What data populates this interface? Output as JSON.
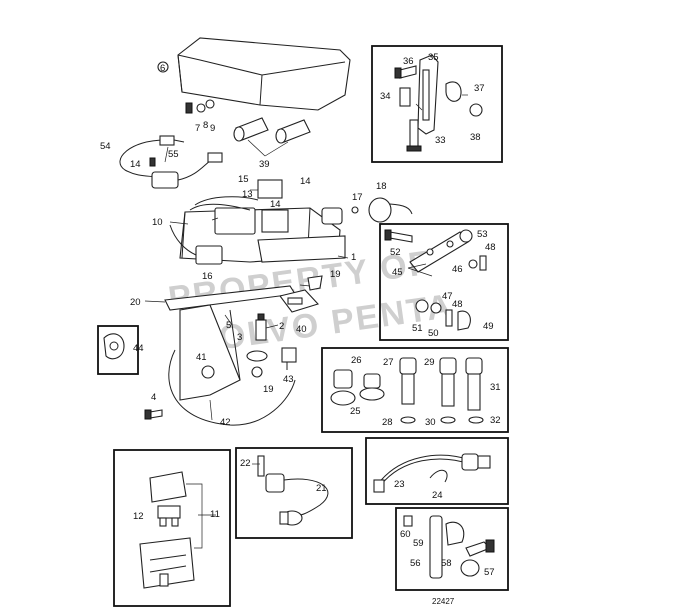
{
  "watermark": {
    "line1": "PROPERTY OF",
    "line2": "VOLVO PENTA"
  },
  "drawing_number": "22427",
  "callouts": {
    "c1": "1",
    "c2": "2",
    "c3": "3",
    "c4": "4",
    "c5": "5",
    "c6": "6",
    "c7": "7",
    "c8": "8",
    "c9": "9",
    "c10": "10",
    "c11": "11",
    "c12": "12",
    "c13": "13",
    "c14a": "14",
    "c14b": "14",
    "c14c": "14",
    "c15": "15",
    "c16": "16",
    "c17": "17",
    "c18": "18",
    "c19a": "19",
    "c19b": "19",
    "c20": "20",
    "c21": "21",
    "c22": "22",
    "c23": "23",
    "c24": "24",
    "c25": "25",
    "c26": "26",
    "c27": "27",
    "c28": "28",
    "c29": "29",
    "c30": "30",
    "c31": "31",
    "c32": "32",
    "c33": "33",
    "c34": "34",
    "c35": "35",
    "c36": "36",
    "c37": "37",
    "c38": "38",
    "c39": "39",
    "c40": "40",
    "c41": "41",
    "c42": "42",
    "c43": "43",
    "c44": "44",
    "c45": "45",
    "c46": "46",
    "c47": "47",
    "c48a": "48",
    "c48b": "48",
    "c49": "49",
    "c50": "50",
    "c51": "51",
    "c52": "52",
    "c53": "53",
    "c54": "54",
    "c55": "55",
    "c56": "56",
    "c57": "57",
    "c58": "58",
    "c59": "59",
    "c60": "60"
  }
}
